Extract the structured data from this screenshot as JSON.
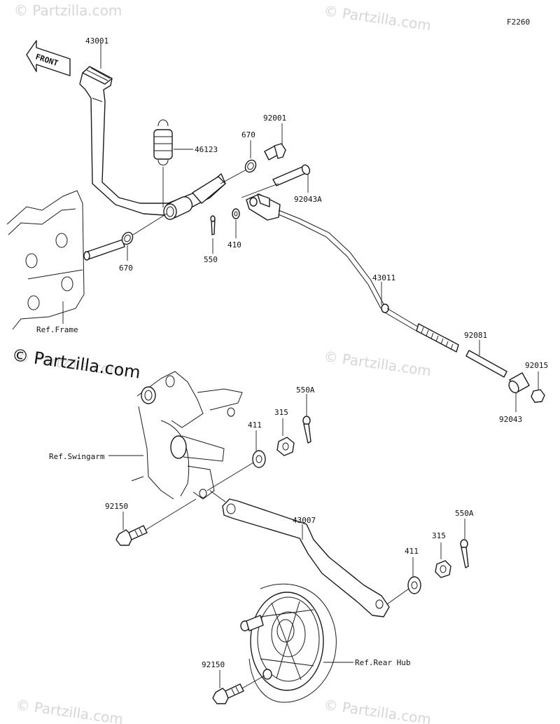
{
  "figure_code": "F2260",
  "front_arrow_label": "FRONT",
  "watermark": "© Partzilla.com",
  "brand_watermark": "© Partzilla.com",
  "parts": {
    "p43001": "43001",
    "p46123": "46123",
    "p92001": "92001",
    "p670a": "670",
    "p670b": "670",
    "p92043A": "92043A",
    "p550": "550",
    "p410": "410",
    "p43011": "43011",
    "p92081": "92081",
    "p92015": "92015",
    "p92043": "92043",
    "p550A_a": "550A",
    "p315_a": "315",
    "p411_a": "411",
    "p92150_a": "92150",
    "p43007": "43007",
    "p550A_b": "550A",
    "p315_b": "315",
    "p411_b": "411",
    "p92150_b": "92150"
  },
  "refs": {
    "frame": "Ref.Frame",
    "swingarm": "Ref.Swingarm",
    "rear_hub": "Ref.Rear Hub"
  }
}
